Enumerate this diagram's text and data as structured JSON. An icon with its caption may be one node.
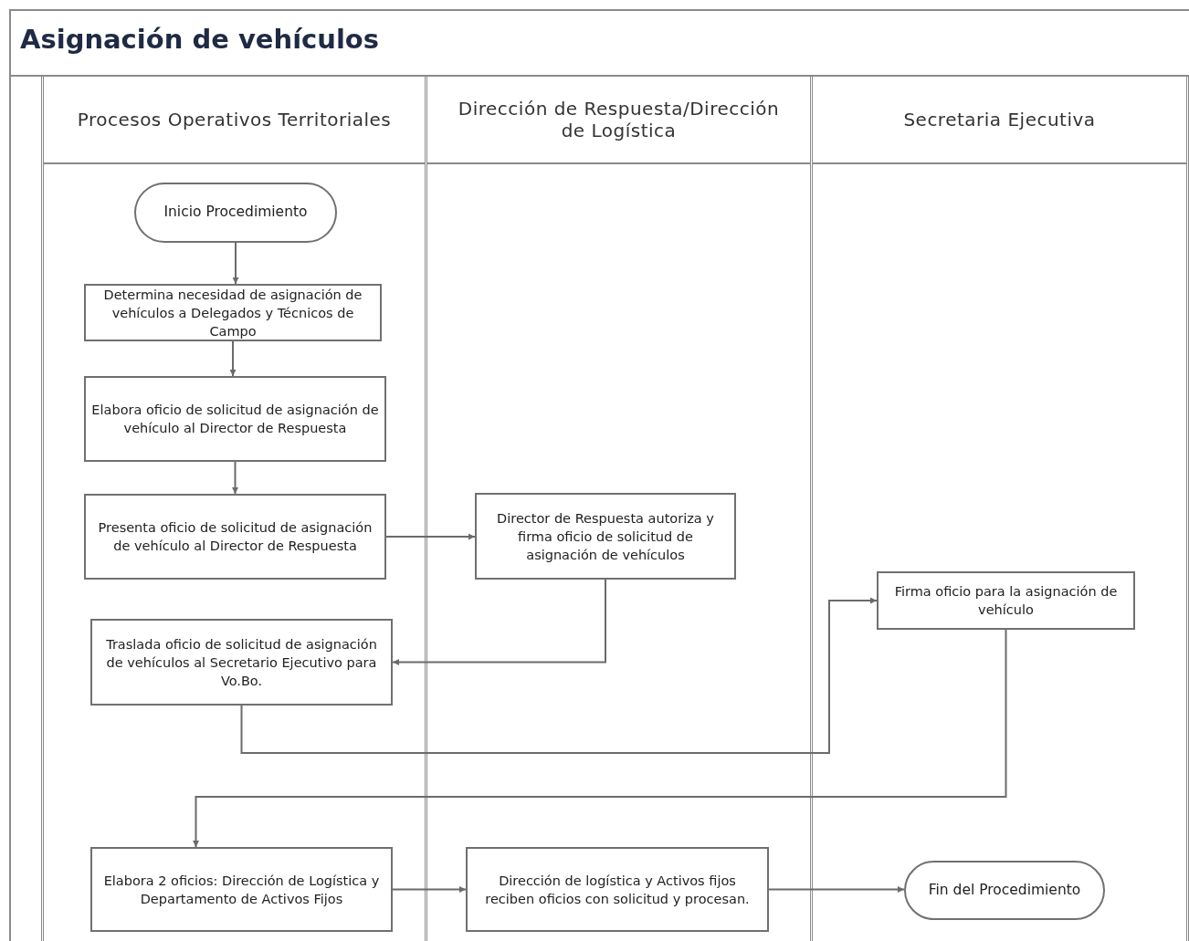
{
  "diagram": {
    "title": "Asignación de vehículos",
    "nodes": [
      {
        "text": [
          "Procesos Operativos Territoriales"
        ]
      },
      {
        "text": [
          "Dirección de Respuesta/Dirección de Logística"
        ]
      },
      {
        "text": [
          "Secretaria Ejecutiva"
        ]
      },
      {
        "text": [
          "Inicio Procedimiento"
        ],
        "in": 0
      },
      {
        "text": [
          "Determina necesidad de asignación de vehículos a Delegados y Técnicos de Campo"
        ],
        "in": 0
      },
      {
        "text": [
          "Elabora oficio de solicitud de asignación de vehículo al Director de Respuesta"
        ],
        "in": 0
      },
      {
        "text": [
          "Presenta oficio de solicitud de asignación de vehículo al Director de Respuesta"
        ],
        "in": 0
      },
      {
        "text": [
          "Director de Respuesta autoriza y firma oficio de solicitud de asignación de vehículos"
        ],
        "in": 1
      },
      {
        "text": [
          "Firma oficio para la asignación de vehículo"
        ],
        "in": 2
      },
      {
        "text": [
          "Traslada oficio de solicitud de asignación de vehículos al Secretario Ejecutivo para Vo.Bo."
        ],
        "in": 0
      },
      {
        "text": [
          "Elabora 2 oficios: Dirección de Logística y Departamento de Activos Fijos"
        ],
        "in": 0
      },
      {
        "text": [
          "Dirección de logística y Activos fijos reciben oficios con solicitud y procesan."
        ],
        "in": 1
      },
      {
        "text": [
          "Fin del Procedimiento"
        ],
        "in": 2
      }
    ],
    "edges": [
      {
        "from": 3,
        "to": 4,
        "arrow": "to"
      },
      {
        "from": 4,
        "to": 5,
        "arrow": "to"
      },
      {
        "from": 5,
        "to": 6,
        "arrow": "to"
      },
      {
        "from": 6,
        "to": 7,
        "arrow": "to"
      },
      {
        "from": 7,
        "to": 9,
        "arrow": "to"
      },
      {
        "from": 9,
        "to": 8,
        "arrow": "to"
      },
      {
        "from": 8,
        "to": 10,
        "arrow": "to"
      },
      {
        "from": 10,
        "to": 11,
        "arrow": "to"
      },
      {
        "from": 11,
        "to": 12,
        "arrow": "to"
      }
    ]
  }
}
